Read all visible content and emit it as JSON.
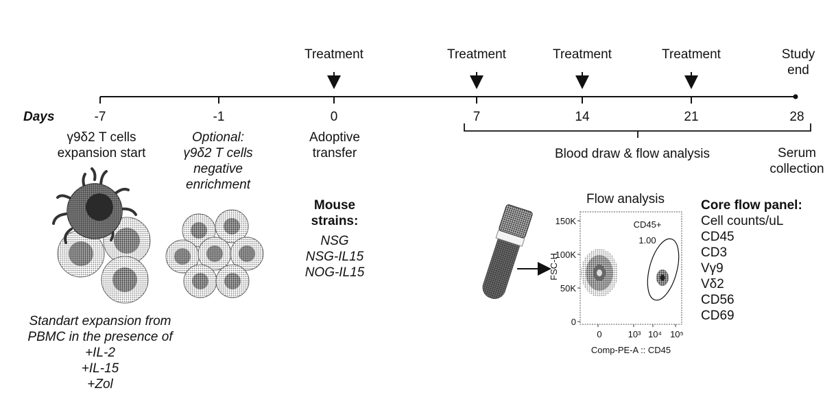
{
  "timeline": {
    "days_label": "Days",
    "days": [
      "-7",
      "-1",
      "0",
      "7",
      "14",
      "21",
      "28"
    ],
    "treatment_label": "Treatment",
    "study_end": "Study\nend",
    "blood_draw": "Blood draw & flow analysis",
    "serum": "Serum\ncollection"
  },
  "steps": {
    "expansion": "γ9δ2 T cells\nexpansion start",
    "optional_label": "Optional:",
    "enrichment": "γ9δ2 T cells\nnegative\nenrichment",
    "adoptive": "Adoptive\ntransfer"
  },
  "expansion_note": "Standart expansion from\nPBMC in the presence of\n+IL-2\n+IL-15\n+Zol",
  "mouse": {
    "title": "Mouse\nstrains:",
    "strains": "NSG\nNSG-IL15\nNOG-IL15"
  },
  "flow": {
    "title": "Flow analysis",
    "y_label": "FSC-H",
    "y_ticks": [
      "150K",
      "100K",
      "50K",
      "0"
    ],
    "x_ticks": [
      "0",
      "10³",
      "10⁴",
      "10⁵"
    ],
    "x_label": "Comp-PE-A :: CD45",
    "gate_label": "CD45+",
    "gate_value": "1.00"
  },
  "panel": {
    "title": "Core flow panel:",
    "markers": "Cell counts/uL\nCD45\nCD3\nVγ9\nVδ2\nCD56\nCD69"
  },
  "colors": {
    "ink": "#111111",
    "cell_dark": "#555555",
    "cell_mid": "#8a8a8a",
    "cell_light": "#b9b9b9"
  }
}
